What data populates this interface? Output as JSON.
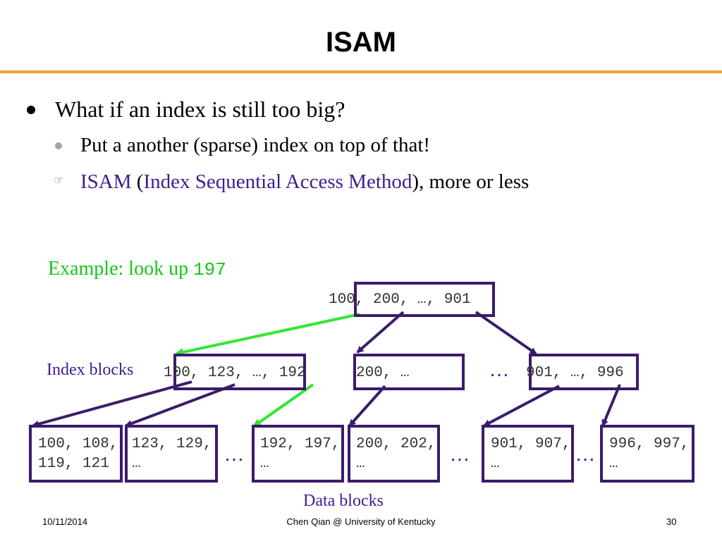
{
  "slide": {
    "title": "ISAM",
    "bullet1": "What if an index is still too big?",
    "sub1": "Put a another (sparse) index on top of that!",
    "sub2": {
      "part1": "ISAM",
      "part2": " (",
      "part3": "Index Sequential Access Method",
      "part4": "), more or less"
    }
  },
  "diagram": {
    "example_label": "Example: look up ",
    "example_key": "197",
    "index_blocks_label": "Index blocks",
    "data_blocks_label": "Data blocks",
    "root": "100, 200, …, 901",
    "index_nodes": [
      "100, 123, …, 192",
      "200, …",
      "901, …, 996"
    ],
    "index_ellipsis": "…",
    "data_nodes": [
      {
        "line1": "100, 108,",
        "line2": "119, 121"
      },
      {
        "line1": "123, 129,",
        "line2": "…"
      },
      {
        "line1": "192, 197,",
        "line2": "…"
      },
      {
        "line1": "200, 202,",
        "line2": "…"
      },
      {
        "line1": "901, 907,",
        "line2": "…"
      },
      {
        "line1": "996, 997,",
        "line2": "…"
      }
    ],
    "data_ellipses": [
      "…",
      "…",
      "…"
    ],
    "colors": {
      "box_border": "#3b1b6b",
      "search_path": "#33e633",
      "accent_rule": "#F0A030",
      "link_text": "#3f1d8f",
      "example_text": "#14c814"
    }
  },
  "footer": {
    "date": "10/11/2014",
    "author": "Chen Qian @ University of Kentucky",
    "page": "30"
  }
}
